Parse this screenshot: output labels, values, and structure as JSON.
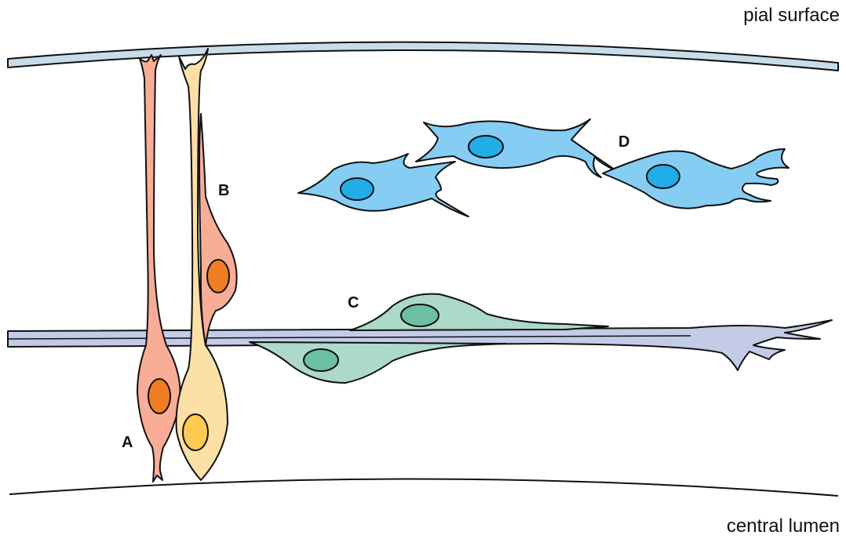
{
  "labels": {
    "top": "pial surface",
    "bottom": "central lumen"
  },
  "cells": {
    "A": "A",
    "B": "B",
    "C": "C",
    "D": "D"
  },
  "colors": {
    "membrane": "#c9dcea",
    "vfiber": "#c4cbe6",
    "cellA_body": "#f8ad97",
    "cellA_nucleus": "#f07d24",
    "cellB_radial": "#fde0a6",
    "cellB_nucleus": "#fdca52",
    "cellB_neuron_nucleus": "#f07d24",
    "cellC_body": "#add9c8",
    "cellC_nucleus": "#6cbfa4",
    "cellD_body": "#86cdf3",
    "cellD_nucleus": "#21ade7"
  }
}
